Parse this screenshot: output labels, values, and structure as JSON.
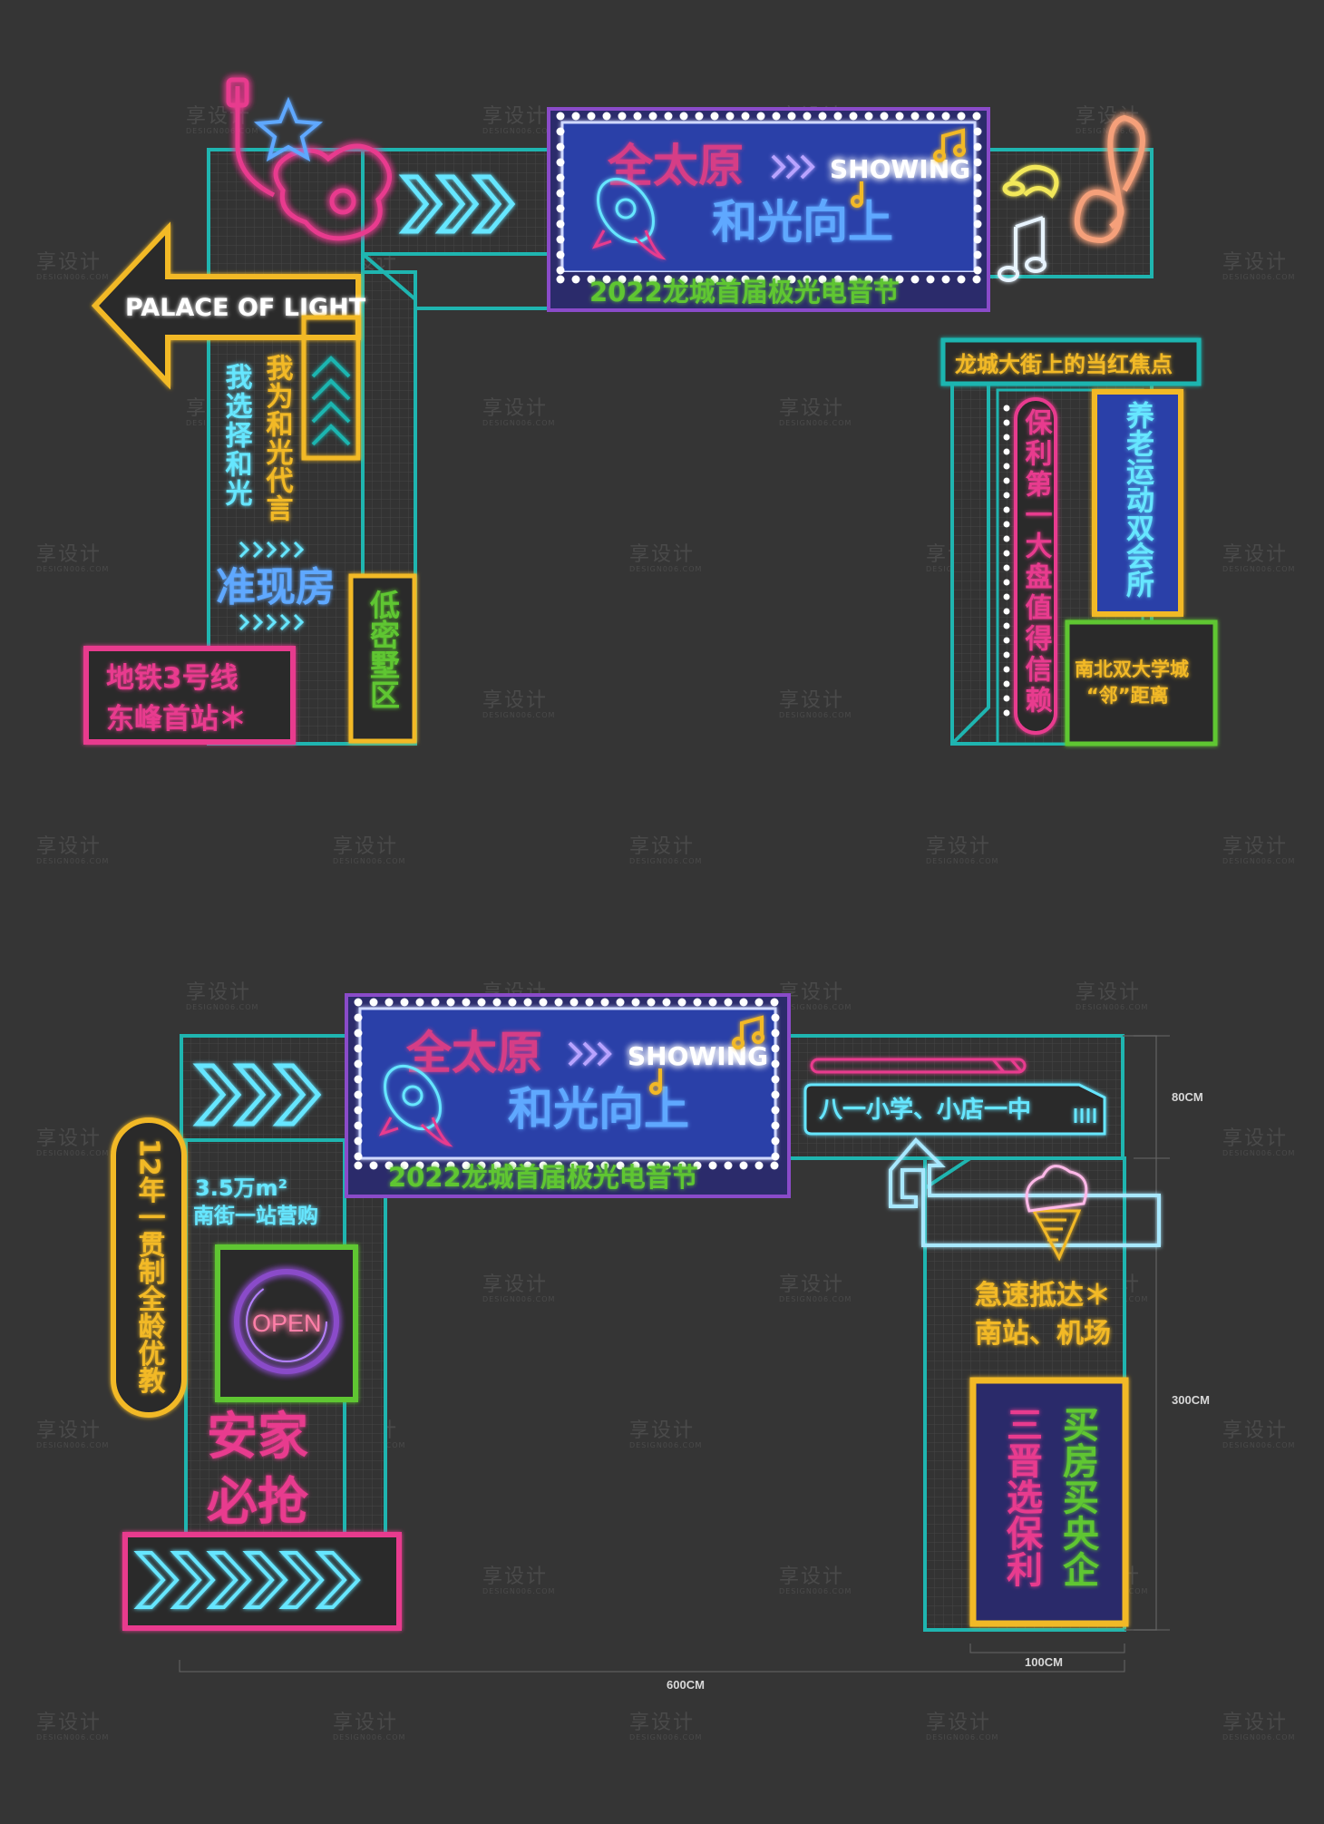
{
  "watermark": {
    "cn": "享设计",
    "en": "DESIGN006.COM"
  },
  "colors": {
    "background": "#353535",
    "teal": "#1fb5b0",
    "pink": "#e83a8e",
    "yellow": "#f2b928",
    "green": "#5ec630",
    "blue": "#2b3fa8",
    "cyan": "#66e6ff",
    "purple": "#8a4bc9"
  },
  "arch_top": {
    "banner": {
      "title_line1": "全太原",
      "title_line2": "和光向上",
      "showing": "SHOWING",
      "festival": "2022龙城首届极光电音节"
    },
    "left": {
      "arrow_sign": "PALACE OF LIGHT",
      "vertical_1": "我选择和光",
      "vertical_2": "我为和光代言",
      "ready_home": "准现房",
      "low_density": "低密墅区",
      "metro_line1": "地铁3号线",
      "metro_line2": "东峰首站＊"
    },
    "right": {
      "street_sign": "龙城大街上的当红焦点",
      "vertical_poly": "保利第一大盘值得信赖",
      "vertical_club": "养老运动双会所",
      "school_line1": "南北双大学城",
      "school_line2": "“邻”距离"
    }
  },
  "arch_bottom": {
    "banner": {
      "title_line1": "全太原",
      "title_line2": "和光向上",
      "showing": "SHOWING",
      "festival": "2022龙城首届极光电音节"
    },
    "left": {
      "education": "12年一贯制全龄优教",
      "area_line1": "3.5万m²",
      "area_line2": "南街一站营购",
      "open_sign": "OPEN",
      "settle_line1": "安家",
      "settle_line2": "必抢"
    },
    "right": {
      "school_sign": "八一小学、小店一中",
      "reach_line1": "急速抵达＊",
      "reach_line2": "南站、机场",
      "vertical_pick": "三晋选保利",
      "vertical_buy": "买房买央企"
    },
    "dimensions": {
      "height_top": "80CM",
      "height_main": "300CM",
      "pillar_width": "100CM",
      "total_width": "600CM"
    }
  }
}
